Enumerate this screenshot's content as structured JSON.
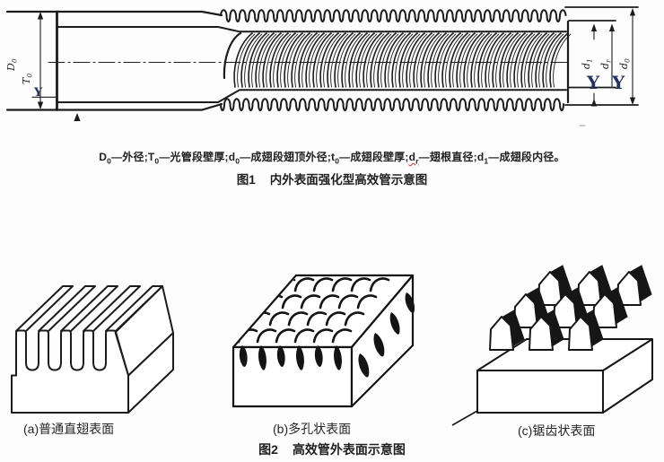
{
  "page": {
    "background": "#fdfdfd",
    "ink_color": "#1c1c1c",
    "section_mark_color": "#26335f",
    "spellcheck_color": "#e03131"
  },
  "figure1": {
    "dims": {
      "D0": {
        "base": "D",
        "sub": "0"
      },
      "T0": {
        "base": "T",
        "sub": "0"
      },
      "d1": {
        "base": "d",
        "sub": "1"
      },
      "dr": {
        "base": "d",
        "sub": "r"
      },
      "d0": {
        "base": "d",
        "sub": "0"
      }
    },
    "section_marks": {
      "left": "Y",
      "right_a": "Y",
      "right_b": "Y"
    },
    "legend": {
      "items": [
        {
          "base": "D",
          "sub": "0",
          "desc": "外径"
        },
        {
          "base": "T",
          "sub": "0",
          "desc": "光管段壁厚"
        },
        {
          "base": "d",
          "sub": "0",
          "desc": "成翅段翅顶外径"
        },
        {
          "base": "t",
          "sub": "0",
          "desc": "成翅段壁厚"
        },
        {
          "base": "d",
          "sub": "r",
          "desc": "翅根直径",
          "misspelled": true
        },
        {
          "base": "d",
          "sub": "1",
          "desc": "成翅段内径"
        }
      ],
      "dash": "—",
      "separator": ";",
      "terminator": "。"
    },
    "caption": {
      "number": "图1",
      "title": "内外表面强化型高效管示意图"
    }
  },
  "figure2": {
    "subfigures": [
      {
        "id": "a",
        "label": "(a)普通直翅表面"
      },
      {
        "id": "b",
        "label": "(b)多孔状表面"
      },
      {
        "id": "c",
        "label": "(c)锯齿状表面"
      }
    ],
    "caption": {
      "number": "图2",
      "title": "高效管外表面示意图"
    }
  }
}
